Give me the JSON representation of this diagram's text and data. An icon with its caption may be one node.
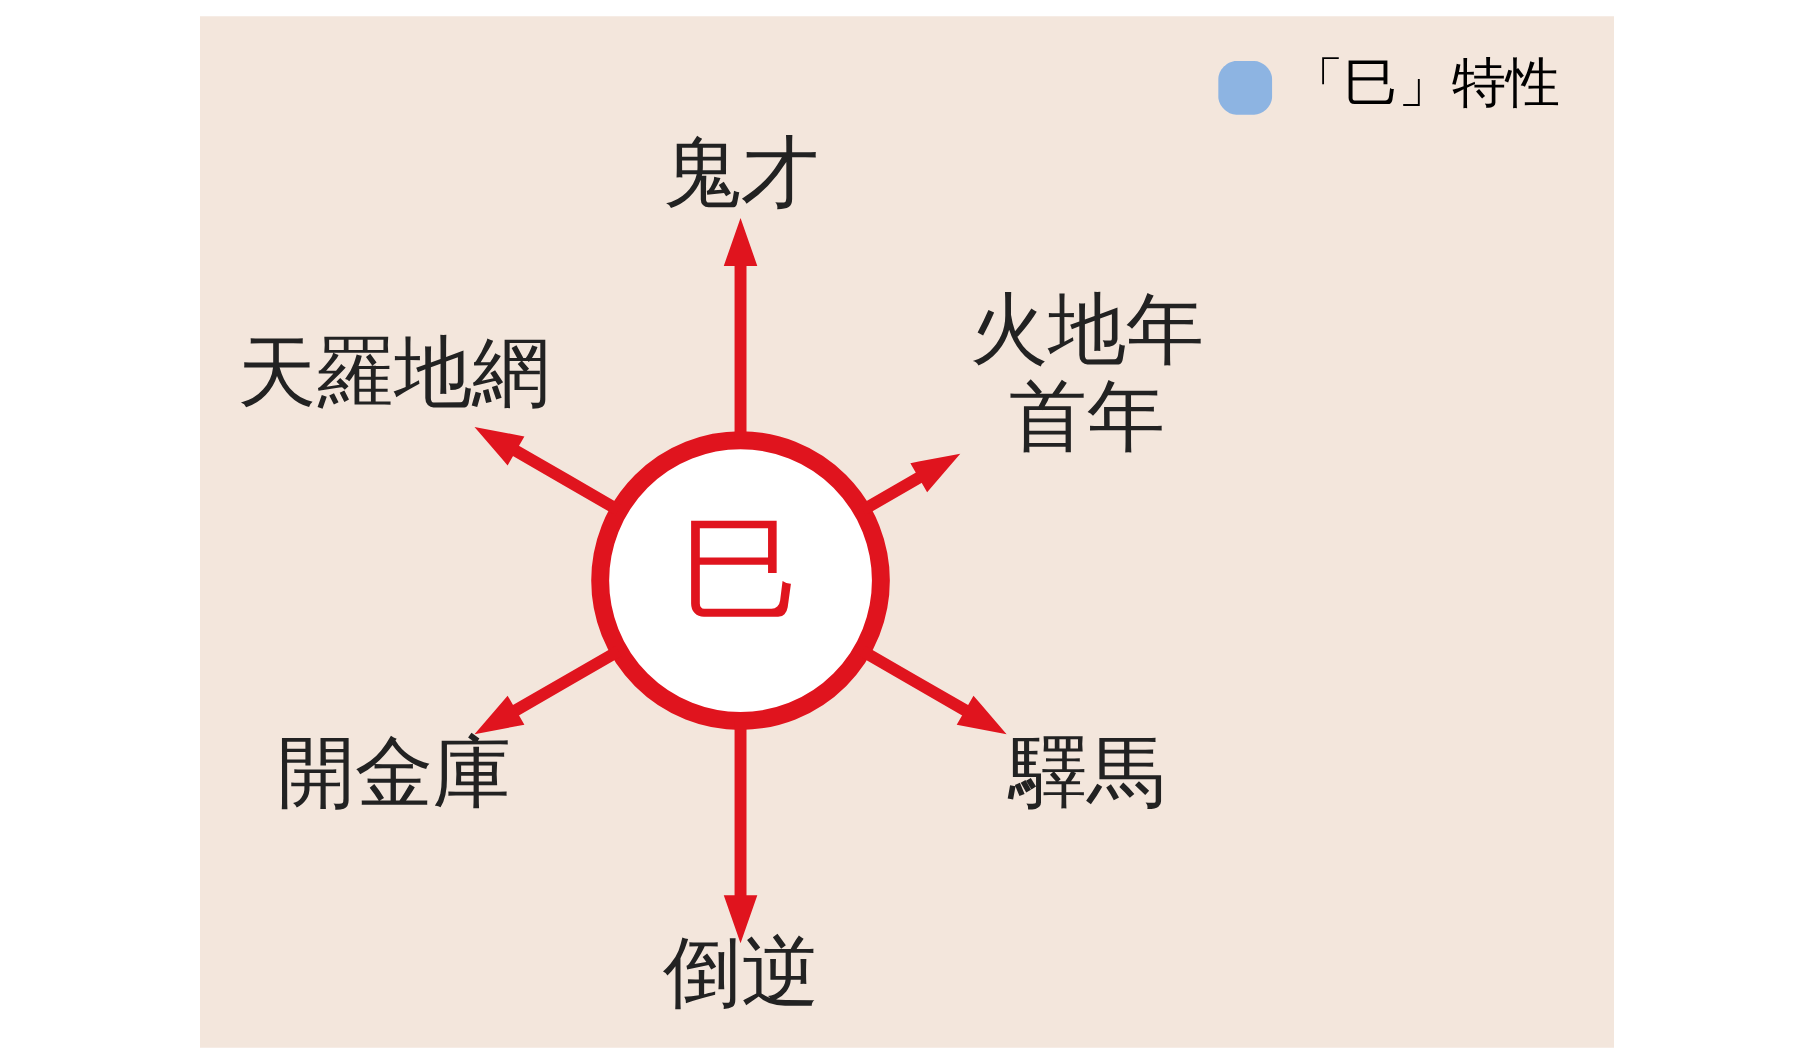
{
  "diagram": {
    "nodes": [
      {
        "text": [
          "巳"
        ]
      },
      {
        "text": [
          "火地年",
          "首年"
        ]
      },
      {
        "text": [
          "鬼才"
        ]
      },
      {
        "text": [
          "天羅地網"
        ]
      },
      {
        "text": [
          "開金庫"
        ]
      },
      {
        "text": [
          "倒逆"
        ]
      },
      {
        "text": [
          "驛馬"
        ]
      }
    ],
    "edges": [
      {
        "from": 0,
        "to": 1,
        "arrow": "to"
      },
      {
        "from": 0,
        "to": 2,
        "arrow": "to"
      },
      {
        "from": 0,
        "to": 3,
        "arrow": "to"
      },
      {
        "from": 0,
        "to": 4,
        "arrow": "to"
      },
      {
        "from": 0,
        "to": 5,
        "arrow": "to"
      },
      {
        "from": 0,
        "to": 6,
        "arrow": "to"
      }
    ],
    "legend": [
      {
        "text": "「巳」特性",
        "color": "#8db4e2"
      }
    ]
  }
}
